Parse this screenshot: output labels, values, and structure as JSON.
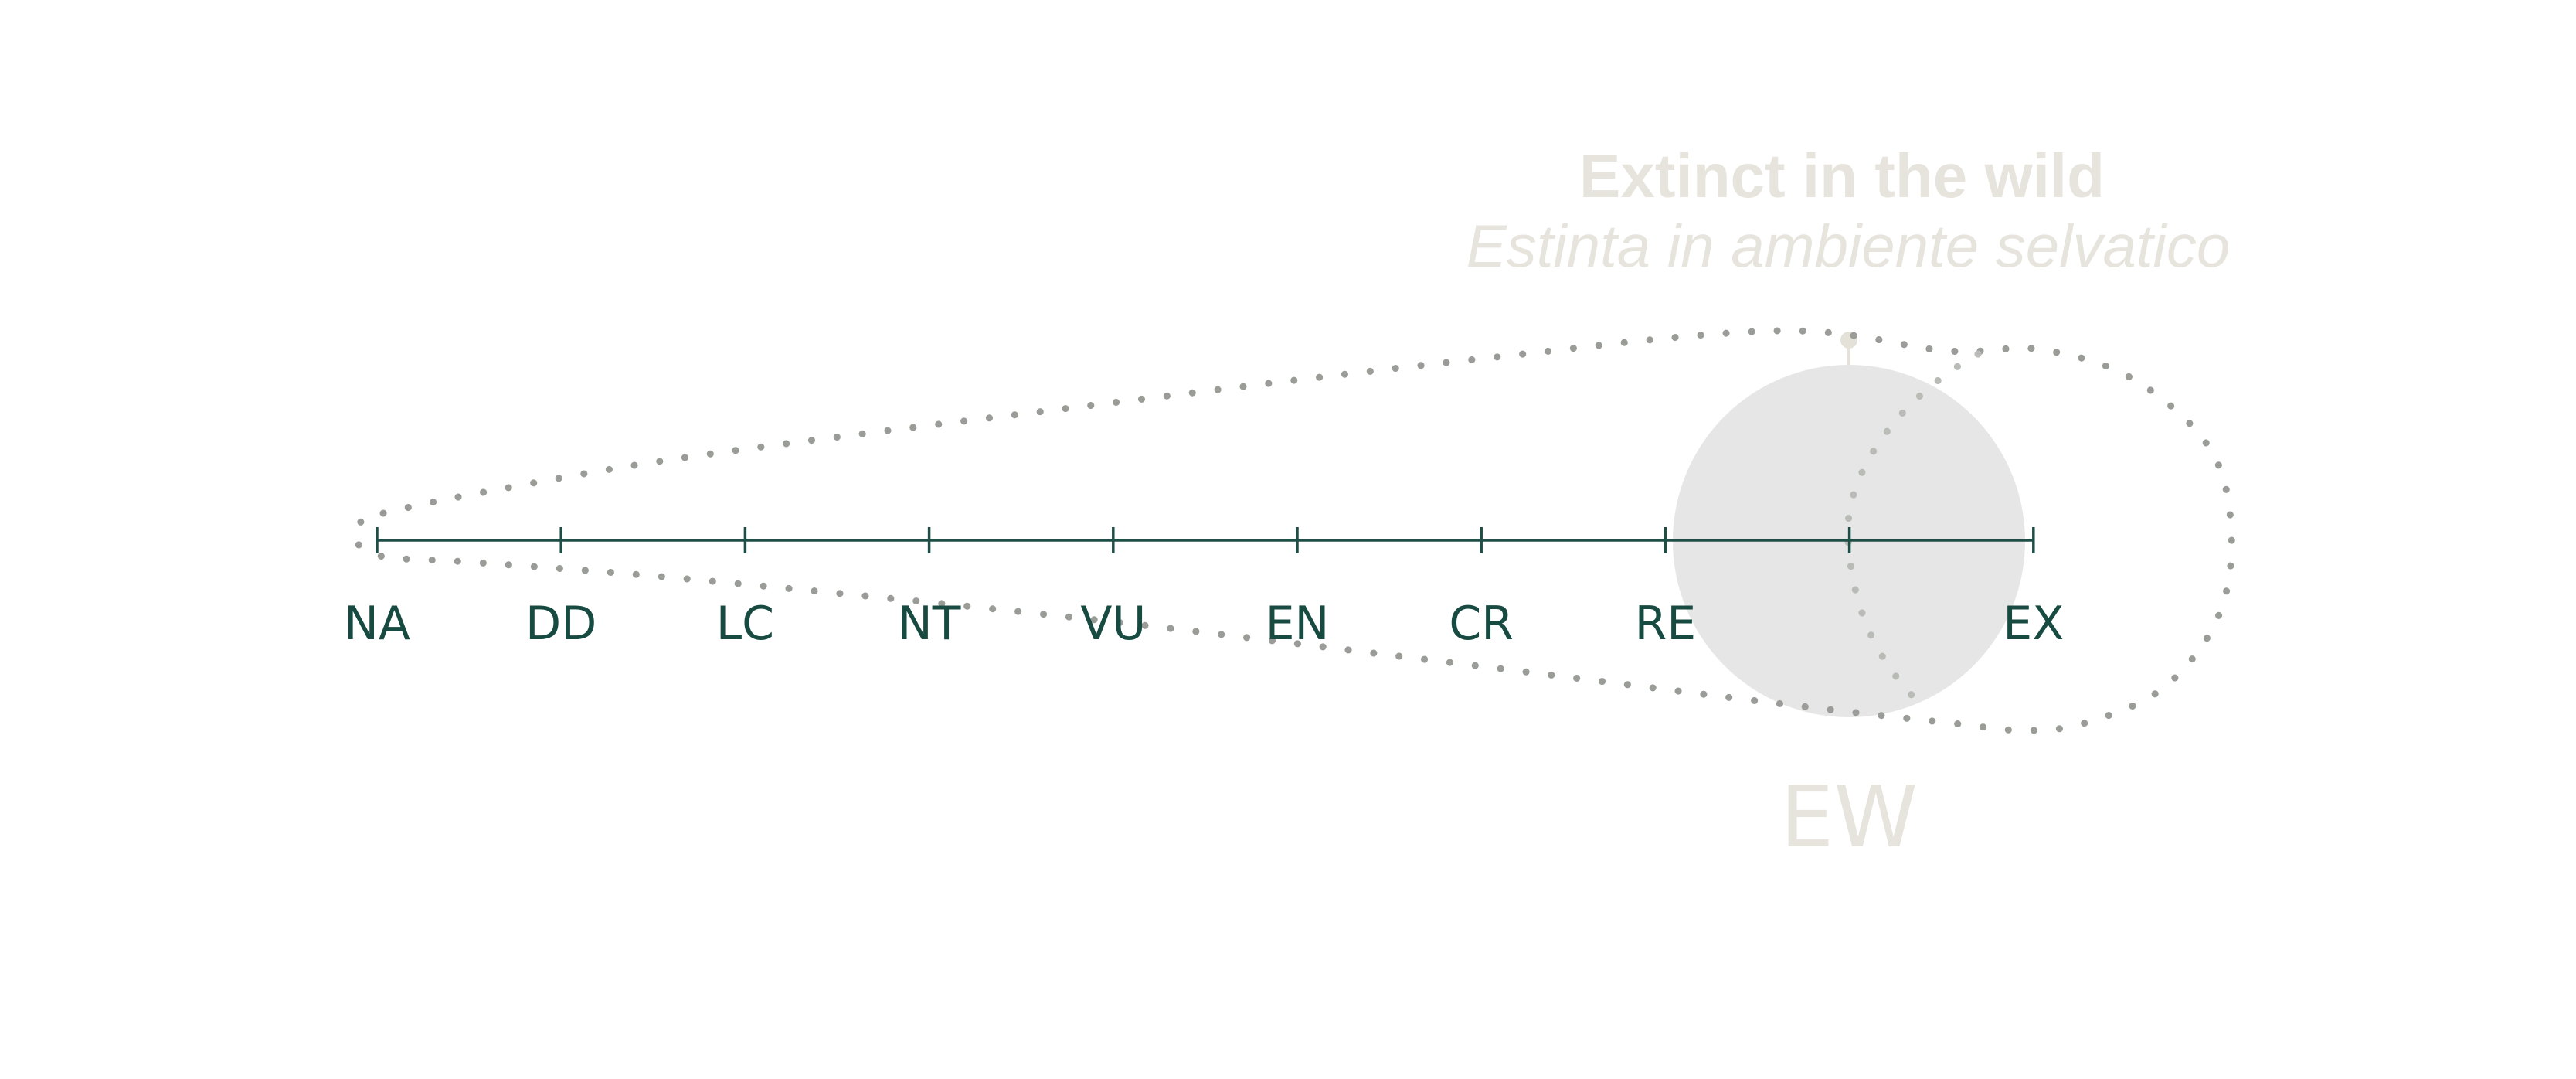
{
  "colors": {
    "axis": "#1f4e46",
    "label": "#174a40",
    "dots": "#9a9d97",
    "highlight_circle": "#e6e6e6",
    "title_text": "#e6e4dc",
    "marker": "#e3e1d8"
  },
  "title": {
    "english": "Extinct in the wild",
    "italian": "Estinta in ambiente selvatico"
  },
  "scale": {
    "categories": [
      "NA",
      "DD",
      "LC",
      "NT",
      "VU",
      "EN",
      "CR",
      "RE",
      "EW",
      "EX"
    ],
    "highlighted": "EW"
  },
  "focus_label": "EW"
}
